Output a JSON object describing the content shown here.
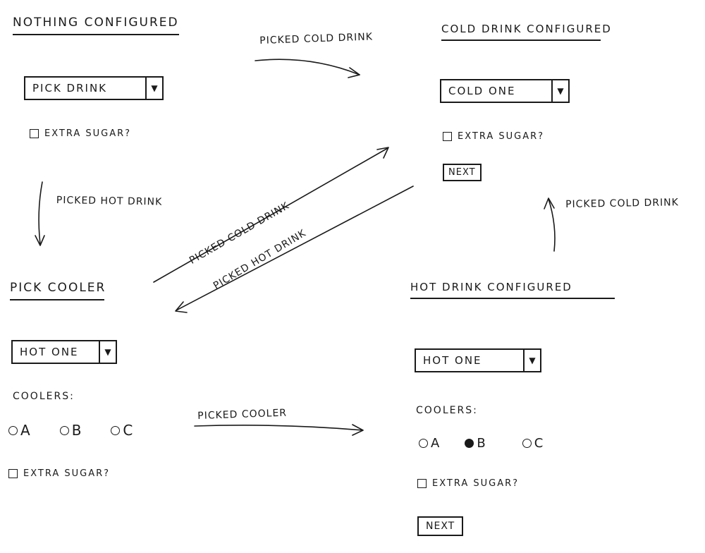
{
  "states": {
    "nothing": {
      "title": "Nothing configured",
      "select_value": "Pick drink",
      "extra_sugar": "Extra sugar?"
    },
    "cold": {
      "title": "Cold drink configured",
      "select_value": "Cold one",
      "extra_sugar": "Extra sugar?",
      "next": "Next"
    },
    "cooler": {
      "title": "Pick cooler",
      "select_value": "Hot one",
      "coolers_label": "Coolers:",
      "options": [
        "A",
        "B",
        "C"
      ],
      "extra_sugar": "Extra sugar?"
    },
    "hot": {
      "title": "Hot drink configured",
      "select_value": "Hot one",
      "coolers_label": "Coolers:",
      "options": [
        "A",
        "B",
        "C"
      ],
      "selected_option": "B",
      "extra_sugar": "Extra sugar?",
      "next": "Next"
    }
  },
  "transitions": {
    "nothing_to_cold": "Picked cold drink",
    "nothing_to_cooler": "Picked hot drink",
    "cooler_to_cold": "Picked cold drink",
    "cold_to_cooler": "Picked hot drink",
    "hot_to_cold": "Picked cold drink",
    "cooler_to_hot": "Picked cooler"
  },
  "icons": {
    "dropdown": "caret-down-icon",
    "checkbox": "checkbox-icon",
    "radio": "radio-icon"
  }
}
